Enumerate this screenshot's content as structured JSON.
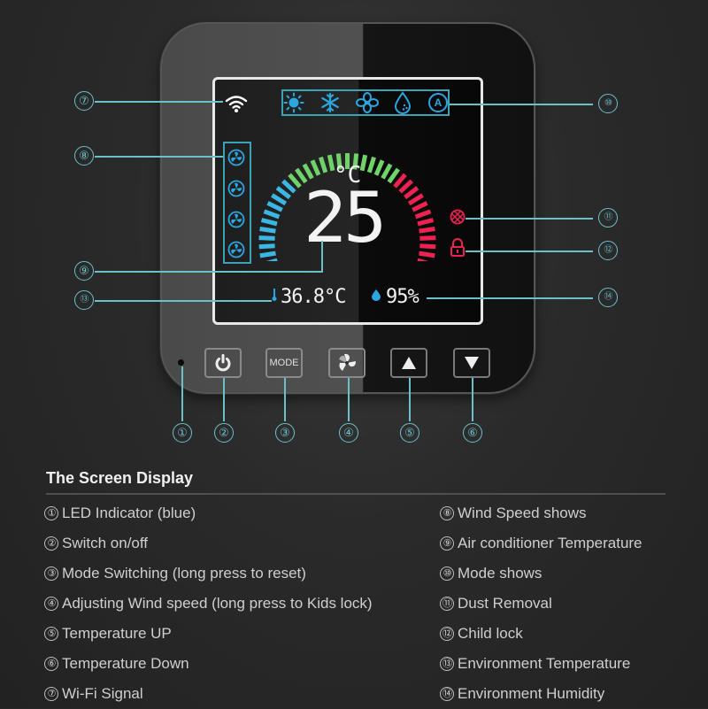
{
  "device": {
    "screen": {
      "set_temperature": "25",
      "set_temperature_unit": "°C",
      "environment_temperature": "36.8°C",
      "environment_humidity": "95%",
      "mode_icons": [
        "sun-icon",
        "snowflake-icon",
        "fan-icon",
        "drop-icon",
        "auto-icon"
      ],
      "auto_mode_letter": "A",
      "wind_speed_icons": [
        "fan-speed-1-icon",
        "fan-speed-2-icon",
        "fan-speed-3-icon",
        "fan-speed-4-icon"
      ],
      "gauge_colors": {
        "cold": "#3bb7e6",
        "mid": "#6fd36a",
        "hot": "#ee2250"
      },
      "status_icons": {
        "dust_removal": "#ee2250",
        "child_lock": "#ee2250"
      }
    },
    "buttons": [
      {
        "id": "power",
        "label": "",
        "icon": "power-icon"
      },
      {
        "id": "mode",
        "label": "MODE",
        "icon": ""
      },
      {
        "id": "fan",
        "label": "",
        "icon": "fan-icon"
      },
      {
        "id": "up",
        "label": "",
        "icon": "triangle-up-icon"
      },
      {
        "id": "down",
        "label": "",
        "icon": "triangle-down-icon"
      }
    ],
    "callouts": {
      "n1": "①",
      "n2": "②",
      "n3": "③",
      "n4": "④",
      "n5": "⑤",
      "n6": "⑥",
      "n7": "⑦",
      "n8": "⑧",
      "n9": "⑨",
      "n10": "⑩",
      "n11": "⑪",
      "n12": "⑫",
      "n13": "⑬",
      "n14": "⑭"
    },
    "accent_color": "#6cc0cc"
  },
  "section": {
    "title": "The Screen Display"
  },
  "legend_left": [
    {
      "num": "①",
      "text": "LED Indicator (blue)"
    },
    {
      "num": "②",
      "text": "Switch on/off"
    },
    {
      "num": "③",
      "text": "Mode Switching (long press to reset)"
    },
    {
      "num": "④",
      "text": "Adjusting Wind speed (long press to Kids lock)"
    },
    {
      "num": "⑤",
      "text": "Temperature UP"
    },
    {
      "num": "⑥",
      "text": "Temperature Down"
    },
    {
      "num": "⑦",
      "text": "Wi-Fi Signal"
    }
  ],
  "legend_right": [
    {
      "num": "⑧",
      "text": "Wind Speed shows"
    },
    {
      "num": "⑨",
      "text": "Air conditioner Temperature"
    },
    {
      "num": "⑩",
      "text": "Mode shows"
    },
    {
      "num": "⑪",
      "text": "Dust Removal"
    },
    {
      "num": "⑫",
      "text": "Child lock"
    },
    {
      "num": "⑬",
      "text": "Environment Temperature"
    },
    {
      "num": "⑭",
      "text": "Environment Humidity"
    }
  ]
}
